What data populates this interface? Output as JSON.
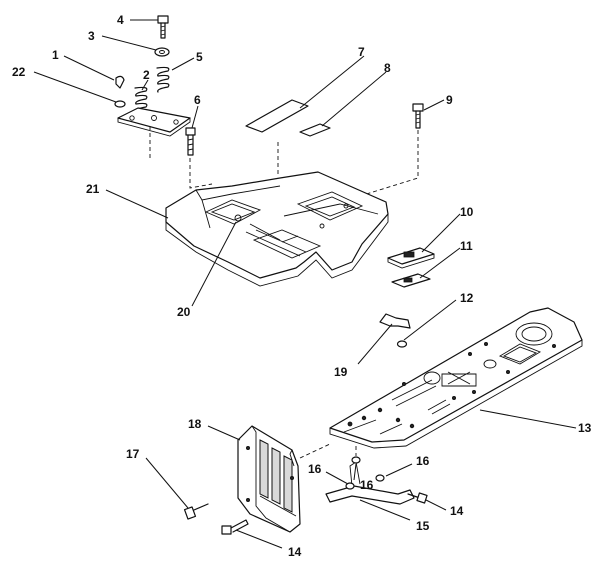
{
  "callouts": {
    "c1": "1",
    "c2": "2",
    "c3": "3",
    "c4": "4",
    "c5": "5",
    "c6": "6",
    "c7": "7",
    "c8": "8",
    "c9": "9",
    "c10": "10",
    "c11": "11",
    "c12": "12",
    "c13": "13",
    "c14a": "14",
    "c14b": "14",
    "c15": "15",
    "c16a": "16",
    "c16b": "16",
    "c16c": "16",
    "c17": "17",
    "c18": "18",
    "c19": "19",
    "c20": "20",
    "c21": "21",
    "c22": "22"
  }
}
